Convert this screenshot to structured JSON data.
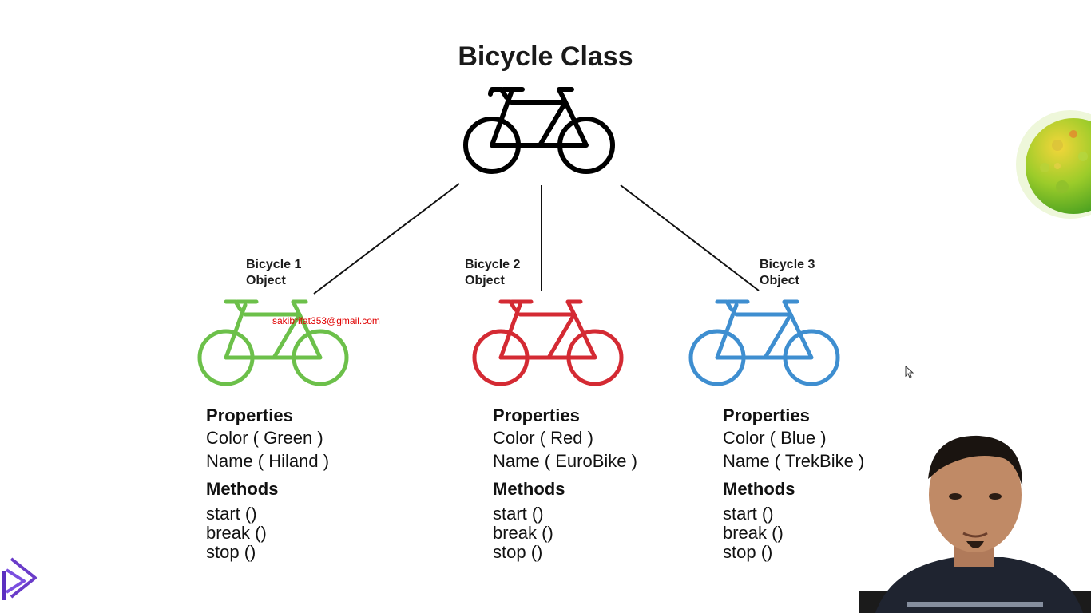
{
  "diagram": {
    "title": "Bicycle Class",
    "class_bike_color": "#000000",
    "objects": [
      {
        "label_line1": "Bicycle 1",
        "label_line2": "Object",
        "color": "#6cc04a",
        "properties_heading": "Properties",
        "properties": [
          "Color ( Green )",
          "Name ( Hiland )"
        ],
        "methods_heading": "Methods",
        "methods": [
          "start ()",
          "break ()",
          "stop ()"
        ]
      },
      {
        "label_line1": "Bicycle 2",
        "label_line2": "Object",
        "color": "#d42a33",
        "properties_heading": "Properties",
        "properties": [
          "Color ( Red )",
          "Name ( EuroBike )"
        ],
        "methods_heading": "Methods",
        "methods": [
          "start ()",
          "break ()",
          "stop ()"
        ]
      },
      {
        "label_line1": "Bicycle 3",
        "label_line2": "Object",
        "color": "#3e8ed0",
        "properties_heading": "Properties",
        "properties": [
          "Color ( Blue )",
          "Name ( TrekBike )"
        ],
        "methods_heading": "Methods",
        "methods": [
          "start ()",
          "break ()",
          "stop ()"
        ]
      }
    ]
  },
  "overlay": {
    "watermark_email": "sakibrifat353@gmail.com",
    "watermark_color": "#e00000"
  },
  "icons": {
    "bicycle": "bicycle-icon",
    "planet": "planet-icon",
    "logo": "play-logo-icon",
    "cursor": "mouse-cursor-icon",
    "presenter": "presenter-webcam"
  }
}
